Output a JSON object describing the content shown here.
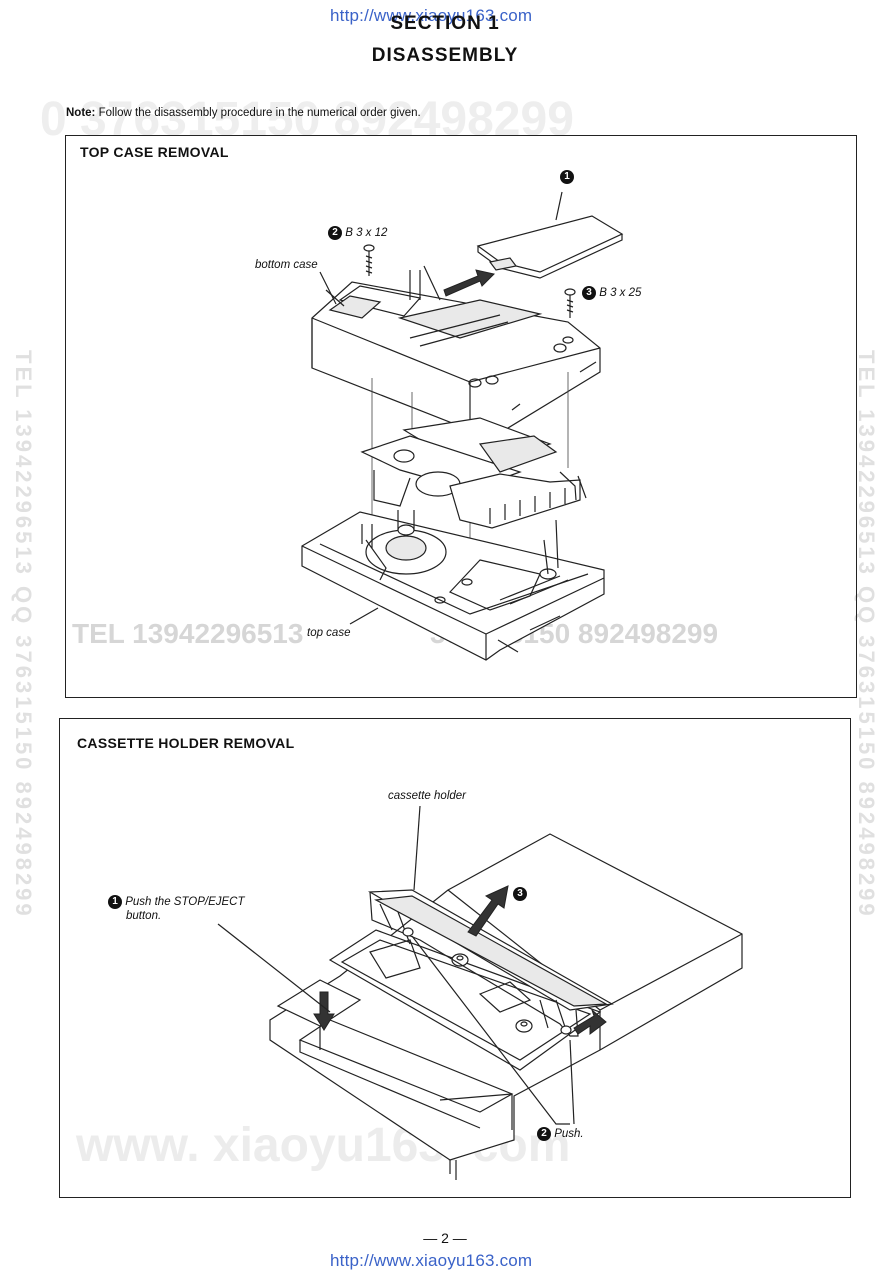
{
  "header": {
    "url_top": "http://www.xiaoyu163.com",
    "section": "SECTION 1",
    "title": "DISASSEMBLY"
  },
  "note": {
    "prefix": "Note:",
    "text": "Follow the disassembly procedure in the numerical order given."
  },
  "panel1": {
    "title": "TOP CASE REMOVAL",
    "step1_num": "1",
    "step2_num": "2",
    "step2_label": "B 3 x 12",
    "step3_num": "3",
    "step3_label": "B 3 x 25",
    "bottom_case": "bottom case",
    "top_case": "top case"
  },
  "panel2": {
    "title": "CASSETTE HOLDER REMOVAL",
    "cassette_holder": "cassette holder",
    "step1_num": "1",
    "step1_line1": "Push the STOP/EJECT",
    "step1_line2": "button.",
    "step2_num": "2",
    "step2_label": "Push.",
    "step3_num": "3"
  },
  "watermarks": {
    "top_numbers": "0   376315150    892498299",
    "panel1_tel": "TEL  13942296513",
    "panel1_qq": "376315150   892498299",
    "bottom_web": "www. xiaoyu163. com",
    "left_vertical": "TEL  13942296513   QQ  376315150  892498299",
    "right_vertical": "TEL  13942296513   QQ  376315150  892498299"
  },
  "footer": {
    "page": "—   2   —",
    "url_bottom": "http://www.xiaoyu163.com"
  }
}
